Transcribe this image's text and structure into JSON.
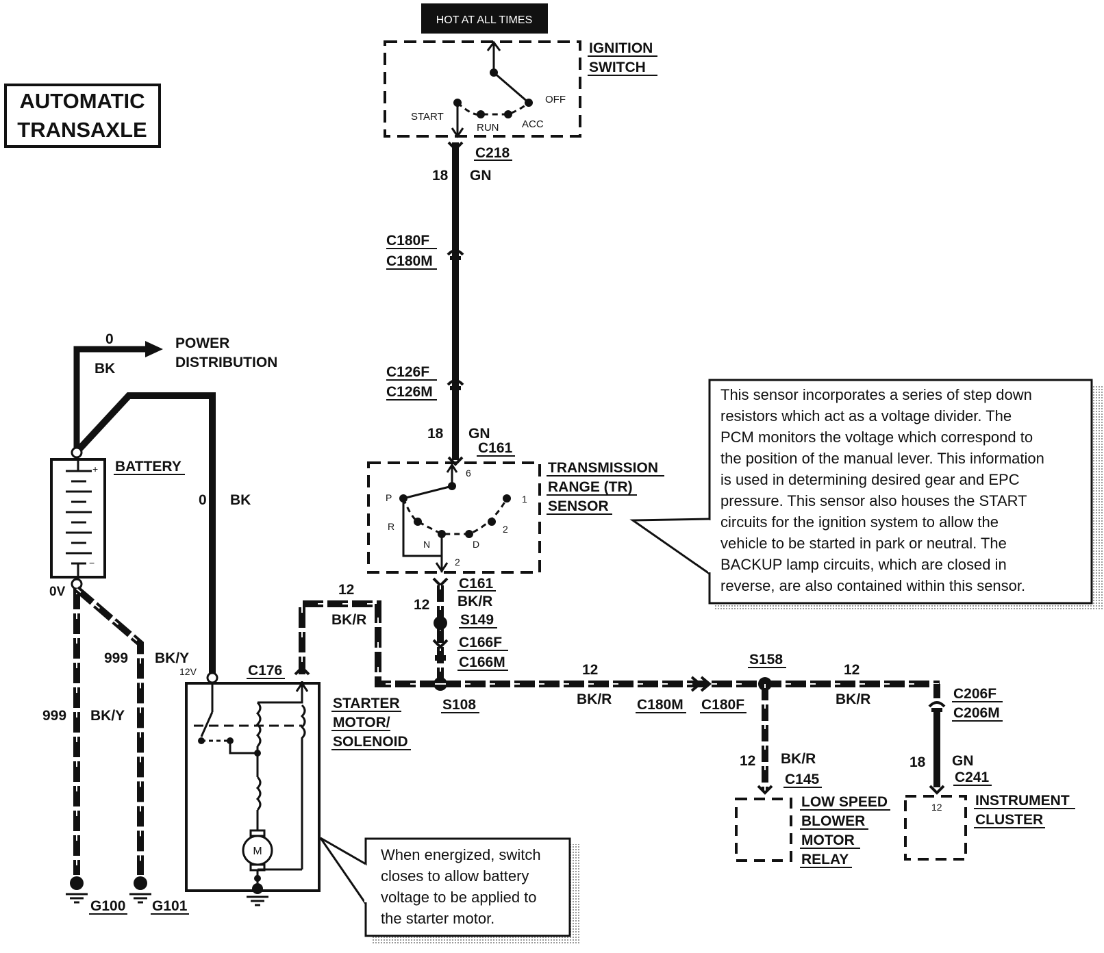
{
  "title_lines": [
    "AUTOMATIC",
    "TRANSAXLE"
  ],
  "hot_label": "HOT AT ALL TIMES",
  "ignition": {
    "name_lines": [
      "IGNITION",
      "SWITCH"
    ],
    "positions": {
      "start": "START",
      "run": "RUN",
      "acc": "ACC",
      "off": "OFF"
    },
    "connector": "C218",
    "gauge": "18",
    "color": "GN"
  },
  "inline_connectors": {
    "c180": [
      "C180F",
      "C180M"
    ],
    "c126": [
      "C126F",
      "C126M"
    ]
  },
  "tr_sensor": {
    "name_lines": [
      "TRANSMISSION",
      "RANGE (TR)",
      "SENSOR"
    ],
    "in_gauge": "18",
    "in_color": "GN",
    "in_connector": "C161",
    "pins": {
      "top": "6",
      "bottom": "2"
    },
    "positions": {
      "p": "P",
      "r": "R",
      "n": "N",
      "d": "D",
      "two": "2",
      "one": "1"
    },
    "out_connector": "C161",
    "out_gauge": "12",
    "out_color": "BK/R"
  },
  "splices": {
    "s149": "S149",
    "s108": "S108",
    "s158": "S158"
  },
  "c166": [
    "C166F",
    "C166M"
  ],
  "battery": {
    "name": "BATTERY",
    "plus": "+",
    "minus": "−",
    "zero_v": "0V",
    "twelve_v": "12V"
  },
  "power_distribution": {
    "lines": [
      "POWER",
      "DISTRIBUTION"
    ],
    "gauge": "0",
    "color": "BK"
  },
  "battery_cable": {
    "gauge": "0",
    "color": "BK"
  },
  "ground_wires": {
    "left_gauge": "999",
    "left_color": "BK/Y",
    "right_gauge": "999",
    "right_color": "BK/Y"
  },
  "grounds": {
    "g100": "G100",
    "g101": "G101"
  },
  "starter": {
    "name_lines": [
      "STARTER",
      "MOTOR/",
      "SOLENOID"
    ],
    "connector": "C176",
    "motor": "M",
    "feed_gauge": "12",
    "feed_color": "BK/R"
  },
  "main_run": {
    "gauge": "12",
    "color": "BK/R",
    "c180m": "C180M",
    "c180f": "C180F",
    "right_gauge": "12",
    "right_color": "BK/R"
  },
  "c206": [
    "C206F",
    "C206M"
  ],
  "blower_relay": {
    "gauge": "12",
    "color": "BK/R",
    "connector": "C145",
    "name_lines": [
      "LOW SPEED",
      "BLOWER",
      "MOTOR",
      "RELAY"
    ]
  },
  "cluster": {
    "gauge": "18",
    "color": "GN",
    "connector": "C241",
    "pin": "12",
    "name_lines": [
      "INSTRUMENT",
      "CLUSTER"
    ]
  },
  "notes": {
    "sensor_lines": [
      "This sensor incorporates a series of step down",
      "resistors which act as a voltage divider. The",
      "PCM monitors the voltage which correspond to",
      "the position of the manual lever. This information",
      "is used in determining desired gear and EPC",
      "pressure. This sensor also houses the START",
      "circuits for the ignition system to allow the",
      "vehicle to be started in park or neutral. The",
      "BACKUP lamp circuits, which are closed in",
      "reverse, are also contained within this sensor."
    ],
    "starter_lines": [
      "When energized, switch",
      "closes to allow battery",
      "voltage to be applied to",
      "the starter motor."
    ]
  }
}
